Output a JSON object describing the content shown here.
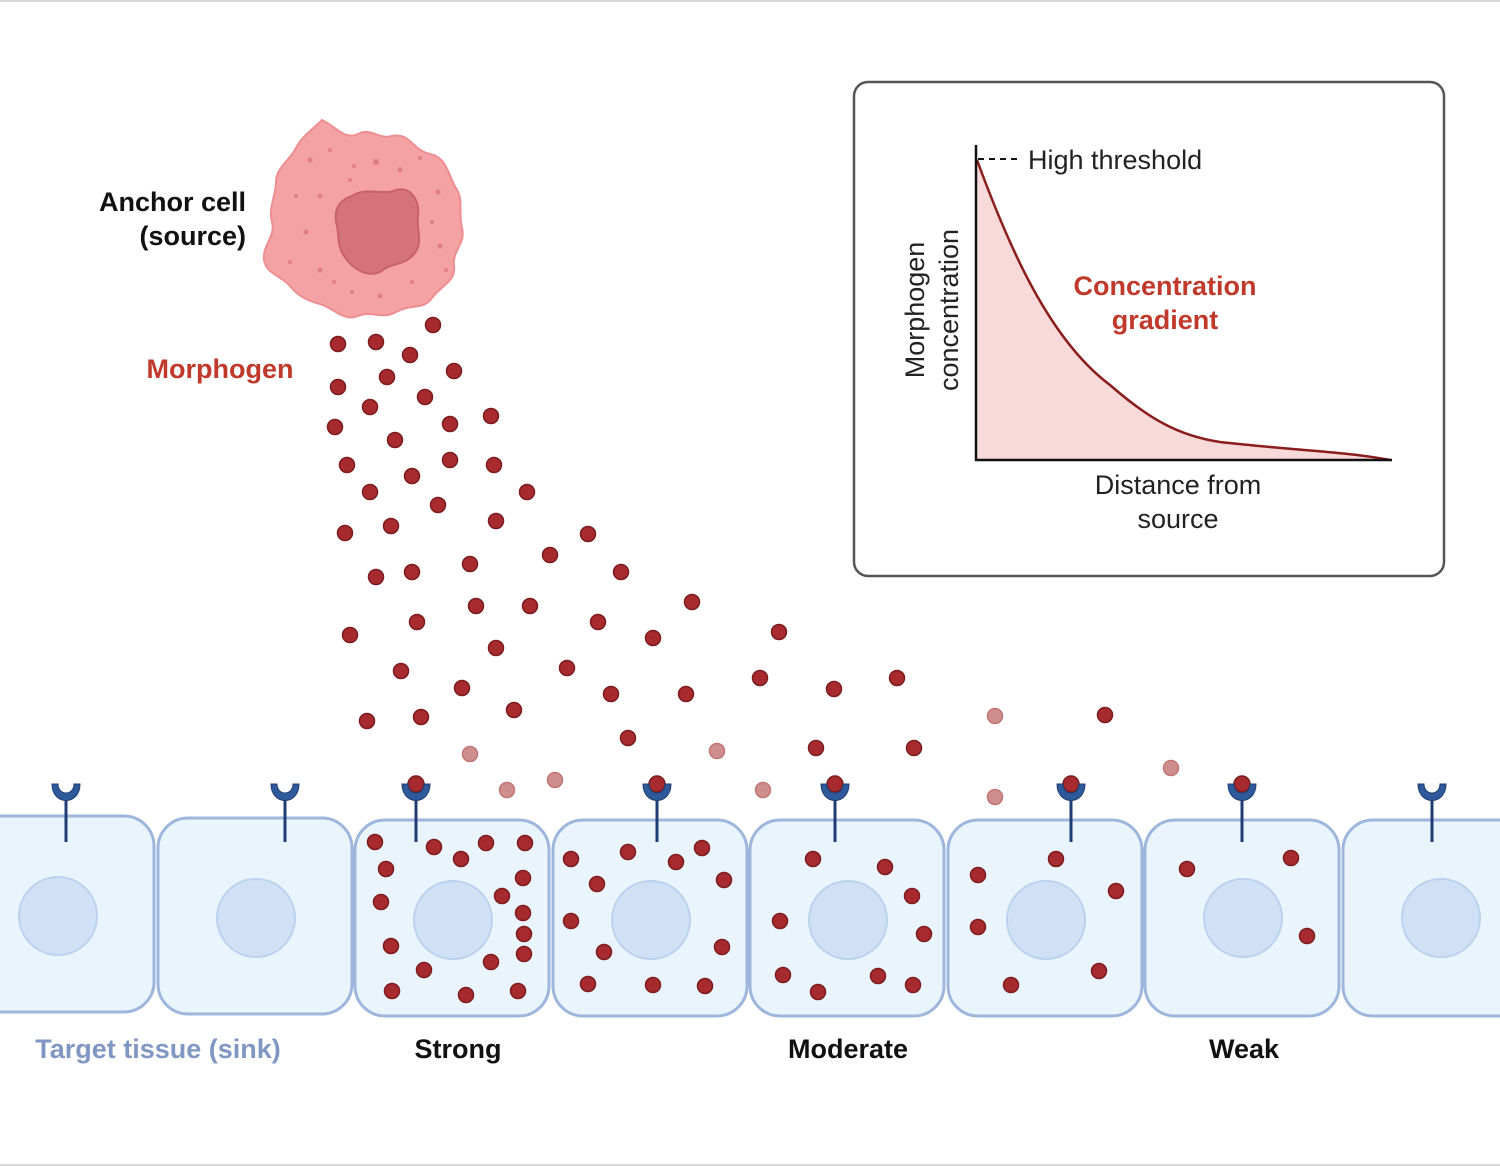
{
  "labels": {
    "anchor_line1": "Anchor cell",
    "anchor_line2": "(source)",
    "morphogen": "Morphogen",
    "target_tissue": "Target tissue (sink)",
    "strong": "Strong",
    "moderate": "Moderate",
    "weak": "Weak"
  },
  "inset": {
    "y_label_line1": "Morphogen",
    "y_label_line2": "concentration",
    "x_label_line1": "Distance from",
    "x_label_line2": "source",
    "threshold_label": "High threshold",
    "gradient_label_line1": "Concentration",
    "gradient_label_line2": "gradient"
  },
  "colors": {
    "morphogen": "#a62a2e",
    "morphogen_faded": "#cf8e8e",
    "label_red": "#c0392b",
    "cell_fill": "#eaf4fd",
    "cell_stroke": "#9eb6dc",
    "nucleus_fill": "#d0e1f6",
    "receptor": "#2e5a9c",
    "target_label": "#7f97c2",
    "anchor_cell": "#f4a2a4",
    "anchor_nucleus": "#d47478",
    "curve_fill": "#f9dada",
    "curve_stroke": "#8b1c1c"
  }
}
